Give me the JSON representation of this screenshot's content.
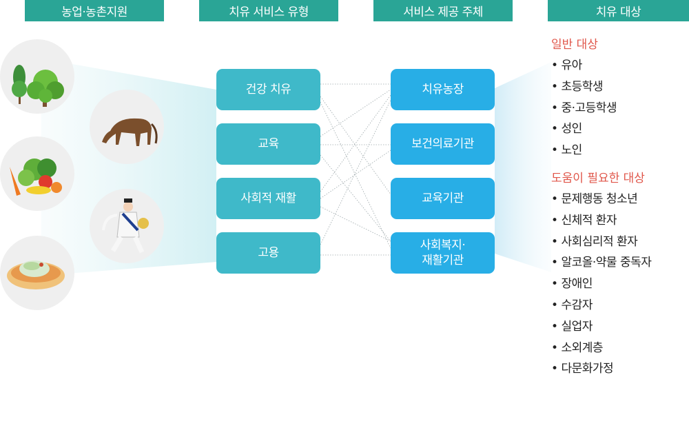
{
  "headers": {
    "agri": "농업·농촌지원",
    "type": "치유 서비스 유형",
    "provider": "서비스 제공 주체",
    "target": "치유 대상"
  },
  "service_types": [
    "건강 치유",
    "교육",
    "사회적 재활",
    "고용"
  ],
  "providers": [
    "치유농장",
    "보건의료기관",
    "교육기관",
    "사회복지·\n재활기관"
  ],
  "target_groups": [
    {
      "label": "일반 대상",
      "items": [
        "유아",
        "초등학생",
        "중·고등학생",
        "성인",
        "노인"
      ]
    },
    {
      "label": "도움이 필요한 대상",
      "items": [
        "문제행동 청소년",
        "신체적 환자",
        "사회심리적 환자",
        "알코올·약물 중독자",
        "장애인",
        "수감자",
        "실업자",
        "소외계층",
        "다문화가정"
      ]
    }
  ],
  "icons": [
    "tree-icon",
    "horse-icon",
    "vegetables-icon",
    "dancer-icon",
    "dish-icon"
  ],
  "colors": {
    "header": "#2aa596",
    "service_box": "#3fb9c9",
    "provider_box": "#28aee6",
    "category": "#e0564a"
  }
}
